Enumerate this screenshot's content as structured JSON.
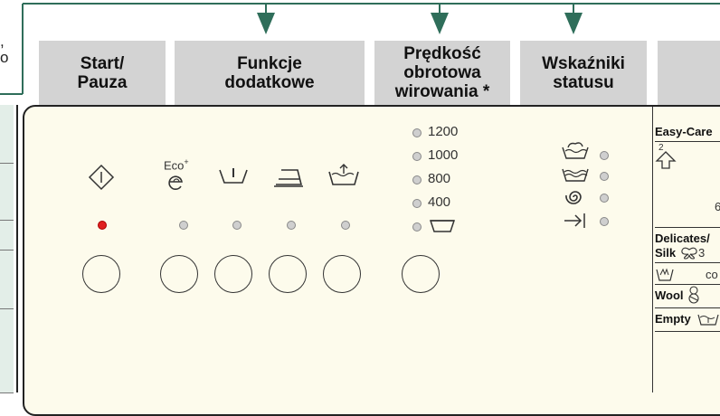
{
  "header": {
    "start_pause": "Start/\nPauza",
    "functions": "Funkcje\ndodatkowe",
    "spin_speed": "Prędkość\nobrotowa\nwirowania *",
    "status": "Wskaźniki\nstatusu"
  },
  "left_fragment": {
    "line1": ",",
    "line2": "o"
  },
  "buttons": {
    "eco_label": "Eco",
    "eco_sup": "+"
  },
  "spin_speeds": [
    "1200",
    "1000",
    "800",
    "400"
  ],
  "program_panel": {
    "easy_care": "Easy-Care",
    "easy_care_sup": "2",
    "easy_care_num": "6",
    "delicates": "Delicates/",
    "silk": "Silk",
    "silk_temp": "3",
    "co": "co",
    "wool": "Wool",
    "empty": "Empty"
  },
  "colors": {
    "header_bg": "#d3d3d3",
    "frame_line": "#2f6e5a",
    "panel_bg": "#fdfbec",
    "led_on": "#e02020",
    "led_off": "#cfcfcf"
  }
}
